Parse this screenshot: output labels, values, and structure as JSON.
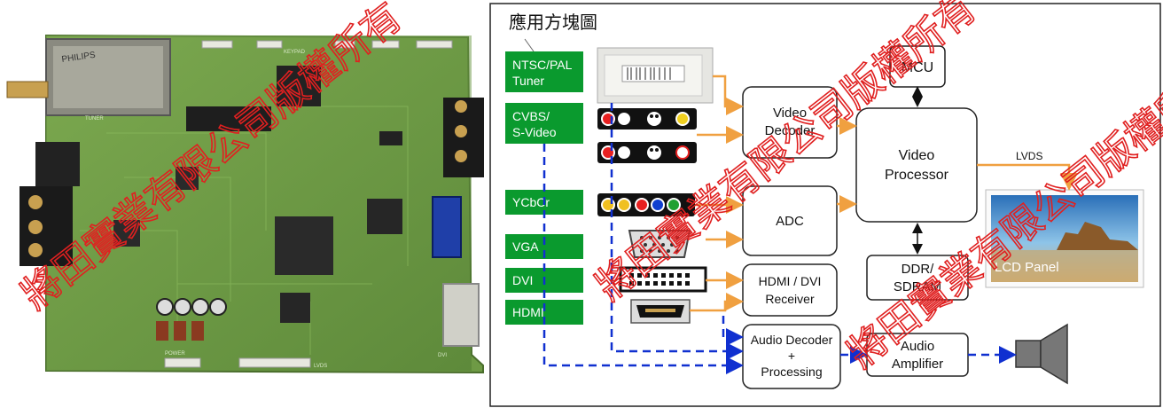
{
  "diagram": {
    "title": "應用方塊圖",
    "inputs": {
      "tuner": [
        "NTSC/PAL",
        "Tuner"
      ],
      "cvbs": [
        "CVBS/",
        "S-Video"
      ],
      "ycbcr": "YCbCr",
      "vga": "VGA",
      "dvi": "DVI",
      "hdmi": "HDMI"
    },
    "blocks": {
      "video_decoder": [
        "Video",
        "Decoder"
      ],
      "adc": "ADC",
      "hdmi_receiver": [
        "HDMI / DVI",
        "Receiver"
      ],
      "audio_decoder": [
        "Audio Decoder",
        "+",
        "Processing"
      ],
      "mcu": "MCU",
      "video_processor": [
        "Video",
        "Processor"
      ],
      "ddr": [
        "DDR/",
        "SDRAM"
      ],
      "audio_amplifier": [
        "Audio",
        "Amplifier"
      ]
    },
    "lvds_label": "LVDS",
    "lcd_label": "LCD Panel"
  },
  "board": {
    "silkscreen": [
      "PHILIPS",
      "TUNER",
      "LVDS",
      "DVI",
      "POWER",
      "KEYPAD"
    ]
  },
  "watermark": "將田實業有限公司版權所有",
  "colors": {
    "input_green": "#0a9a2e",
    "orange_arrow": "#f0a040",
    "blue_dash": "#1030d0",
    "watermark_red": "#e02020",
    "pcb_green": "#5a8a3a"
  }
}
